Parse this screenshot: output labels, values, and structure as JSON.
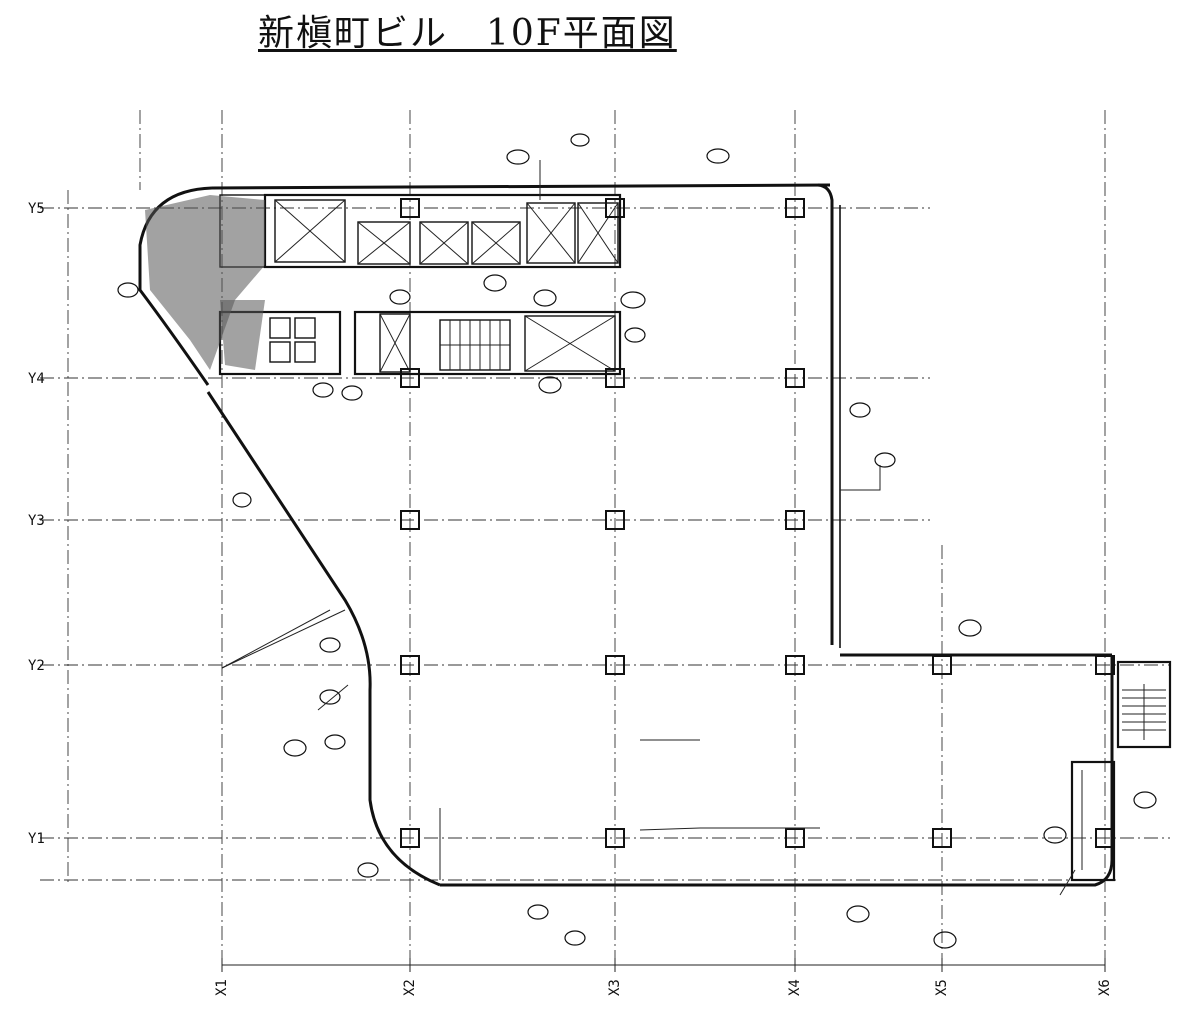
{
  "title": "新槇町ビル　10F平面図",
  "x_axes": [
    "X1",
    "X2",
    "X3",
    "X4",
    "X5",
    "X6"
  ],
  "y_axes": [
    "Y1",
    "Y2",
    "Y3",
    "Y4",
    "Y5"
  ]
}
